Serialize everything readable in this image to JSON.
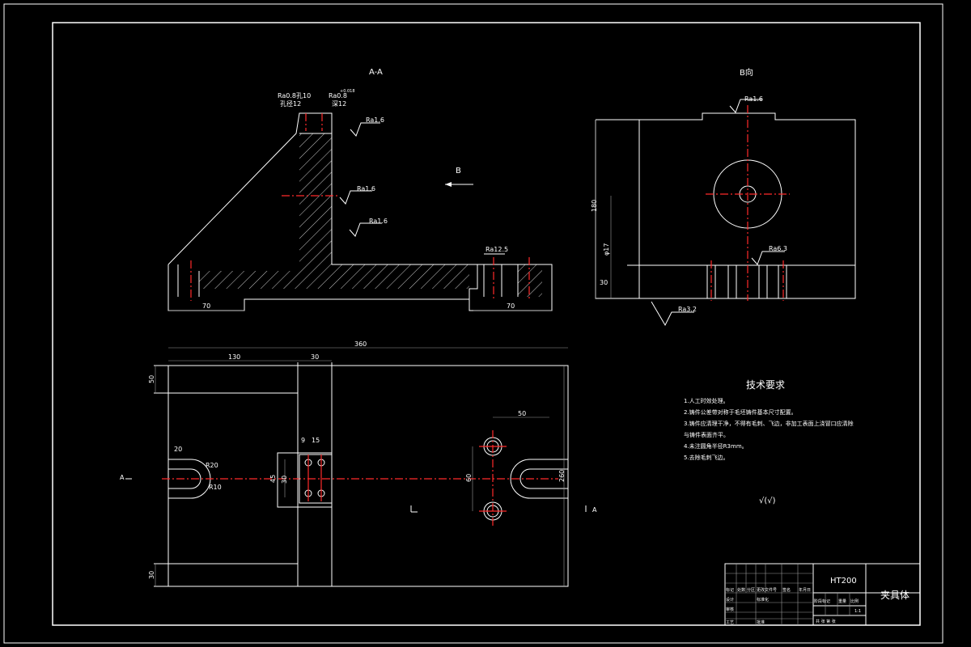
{
  "views": {
    "section_title": "A-A",
    "direction_title": "B向",
    "arrow_label": "B",
    "section_mark_left": "A",
    "section_mark_right": "A"
  },
  "dimensions": {
    "left_70": "70",
    "right_70": "70",
    "total_360": "360",
    "d_130": "130",
    "d_30": "30",
    "d_50_top": "50",
    "d_50_right": "50",
    "d_30_bottom": "30",
    "d_20": "20",
    "d_9": "9",
    "d_15": "15",
    "d_30_v": "30",
    "d_45_v": "45",
    "d_60_v": "60",
    "d_260": "260",
    "b_180": "180",
    "b_30": "30",
    "b_phi12": "φ17"
  },
  "surface_finish": {
    "ra_top": "Ra1.6",
    "ra_mid": "Ra1.6",
    "ra_low": "Ra1.6",
    "ra_12": "Ra12.5",
    "ra_b_top": "Ra1.6",
    "ra_b_mid": "Ra6.3",
    "ra_b_bottom": "Ra3.2",
    "u_slot": "R20",
    "u_slot_2": "R10",
    "top_note_1": "Ra0.8孔10",
    "top_note_2": "孔径12",
    "top_note_3": "Ra0.8",
    "top_note_4": "深12",
    "top_note_5": "+0.018"
  },
  "tech_requirements": {
    "heading": "技术要求",
    "items": [
      "1.人工时效处理。",
      "2.铸件公差带对称于毛坯铸件基本尺寸配置。",
      "3.铸件应清理干净，不得有毛刺、飞边，非加工表面上浇冒口应清除",
      "与铸件表面齐平。",
      "4.未注圆角半径R3mm。",
      "5.去除毛刺飞边。"
    ],
    "rough_symbol": "√(√)"
  },
  "title_block": {
    "material": "HT200",
    "part_name": "夹具体",
    "scale": "1:1",
    "row_labels": [
      "标记",
      "处数",
      "分区",
      "更改文件号",
      "签名",
      "年月日"
    ],
    "designer": "设计",
    "standard": "标准化",
    "review": "审核",
    "process": "工艺",
    "approve": "批准",
    "stage": "阶段标记",
    "weight": "重量",
    "ratio": "比例",
    "sheet": "共 张 第 张"
  }
}
